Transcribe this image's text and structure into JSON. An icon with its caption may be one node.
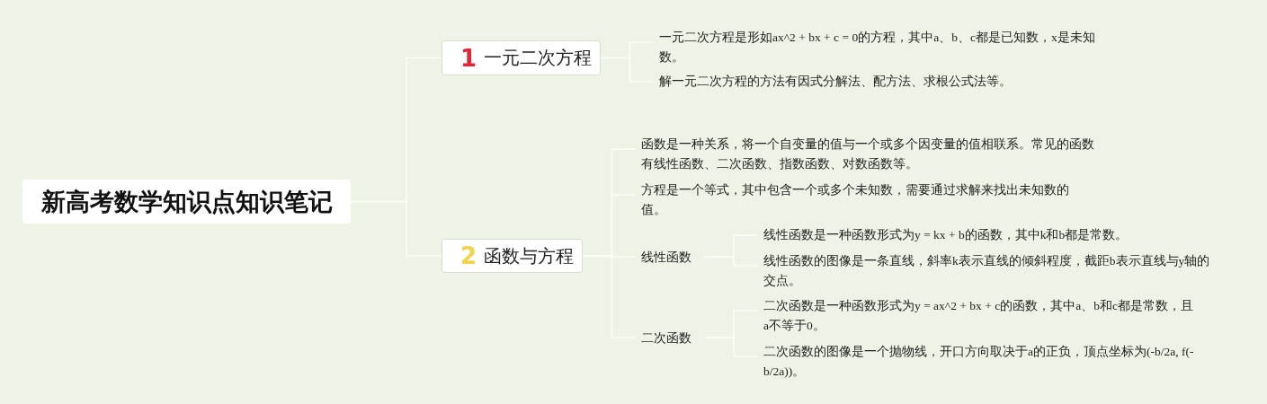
{
  "diagram": {
    "nodes": [
      {
        "text": [
          "新高考数学知识点知识笔记"
        ]
      },
      {
        "text": [
          "1",
          "一元二次方程"
        ]
      },
      {
        "text": [
          "一元二次方程是形如ax^2 + bx + c = 0的方程，其中a、b、c都是已知数，x是未知数。"
        ]
      },
      {
        "text": [
          "解一元二次方程的方法有因式分解法、配方法、求根公式法等。"
        ]
      },
      {
        "text": [
          "2",
          "函数与方程"
        ]
      },
      {
        "text": [
          "函数是一种关系，将一个自变量的值与一个或多个因变量的值相联系。常见的函数有线性函数、二次函数、指数函数、对数函数等。"
        ]
      },
      {
        "text": [
          "方程是一个等式，其中包含一个或多个未知数，需要通过求解来找出未知数的值。"
        ]
      },
      {
        "text": [
          "线性函数"
        ]
      },
      {
        "text": [
          "线性函数是一种函数形式为y = kx + b的函数，其中k和b都是常数。"
        ]
      },
      {
        "text": [
          "线性函数的图像是一条直线，斜率k表示直线的倾斜程度，截距b表示直线与y轴的交点。"
        ]
      },
      {
        "text": [
          "二次函数"
        ]
      },
      {
        "text": [
          "二次函数是一种函数形式为y = ax^2 + bx + c的函数，其中a、b和c都是常数，且a不等于0。"
        ]
      },
      {
        "text": [
          "二次函数的图像是一个抛物线，开口方向取决于a的正负，顶点坐标为(-b/2a, f(-b/2a))。"
        ]
      }
    ],
    "edges": [
      {
        "from": 0,
        "to": 1,
        "arrow": "none"
      },
      {
        "from": 1,
        "to": 2,
        "arrow": "none"
      },
      {
        "from": 1,
        "to": 3,
        "arrow": "none"
      },
      {
        "from": 0,
        "to": 4,
        "arrow": "none"
      },
      {
        "from": 4,
        "to": 5,
        "arrow": "none"
      },
      {
        "from": 4,
        "to": 6,
        "arrow": "none"
      },
      {
        "from": 4,
        "to": 7,
        "arrow": "none"
      },
      {
        "from": 7,
        "to": 8,
        "arrow": "none"
      },
      {
        "from": 7,
        "to": 9,
        "arrow": "none"
      },
      {
        "from": 4,
        "to": 10,
        "arrow": "none"
      },
      {
        "from": 10,
        "to": 11,
        "arrow": "none"
      },
      {
        "from": 10,
        "to": 12,
        "arrow": "none"
      }
    ]
  }
}
